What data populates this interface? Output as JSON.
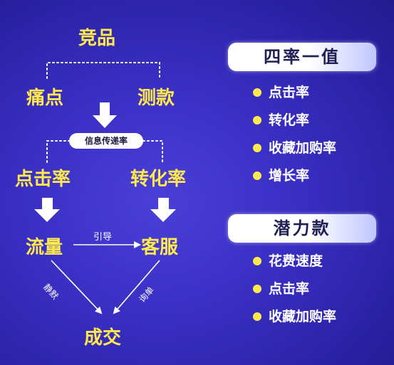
{
  "flow": {
    "competitor": "竞品",
    "pain_point": "痛点",
    "test_style": "测款",
    "info_rate": "信息传递率",
    "click_rate": "点击率",
    "conversion_rate": "转化率",
    "traffic": "流量",
    "guide": "引导",
    "customer_service": "客服",
    "silent_order": "静默",
    "inquiry_order": "询单",
    "deal": "成交"
  },
  "panels": [
    {
      "title": "四率一值",
      "items": [
        "点击率",
        "转化率",
        "收藏加购率",
        "增长率"
      ]
    },
    {
      "title": "潜力款",
      "items": [
        "花费速度",
        "点击率",
        "收藏加购率"
      ]
    }
  ],
  "colors": {
    "accent": "#ffe94d",
    "text": "#ffffff",
    "background": "#3a2fc4"
  }
}
